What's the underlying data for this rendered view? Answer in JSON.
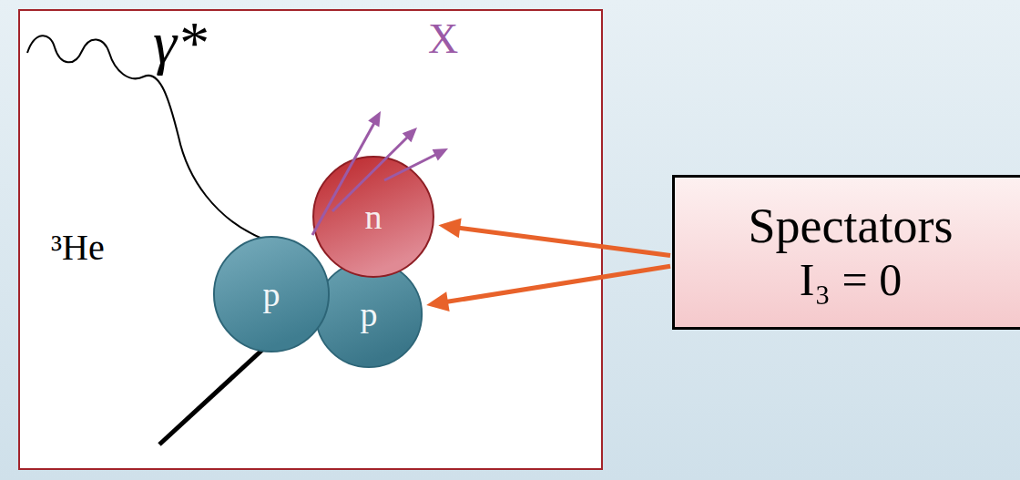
{
  "diagram": {
    "nodes": [
      {
        "text": [
          "p"
        ]
      },
      {
        "text": [
          "n"
        ]
      },
      {
        "text": [
          "p"
        ]
      },
      {
        "text": [
          "Spectators",
          "I₃ = 0"
        ]
      }
    ],
    "edges": [
      {
        "from": 3,
        "to": 1,
        "arrow": "to"
      },
      {
        "from": 3,
        "to": 2,
        "arrow": "to"
      }
    ],
    "labels": [
      "γ*",
      "X",
      "³He"
    ]
  }
}
